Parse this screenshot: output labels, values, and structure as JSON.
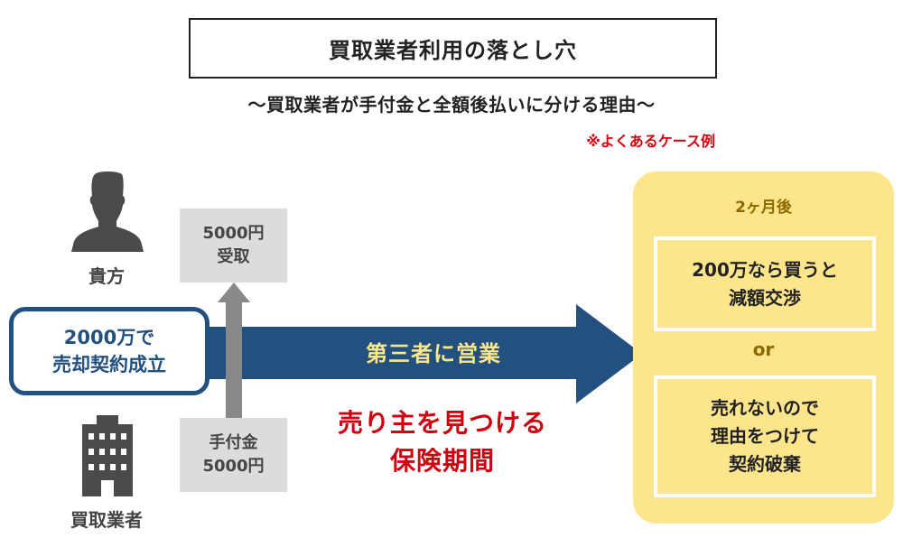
{
  "header": {
    "title": "買取業者利用の落とし穴",
    "subtitle": "〜買取業者が手付金と全額後払いに分ける理由〜",
    "note": "※よくあるケース例"
  },
  "parties": {
    "seller": {
      "label": "貴方",
      "icon": "person-icon"
    },
    "buyer": {
      "label": "買取業者",
      "icon": "building-icon"
    }
  },
  "contract": {
    "line1": "2000万で",
    "line2": "売却契約成立"
  },
  "payment": {
    "received": {
      "line1": "5000円",
      "line2": "受取"
    },
    "deposit": {
      "line1": "手付金",
      "line2": "5000円"
    }
  },
  "flow": {
    "arrow_label": "第三者に営業",
    "period_line1": "売り主を見つける",
    "period_line2": "保険期間"
  },
  "outcome": {
    "heading": "2ヶ月後",
    "option1": {
      "line1": "200万なら買うと",
      "line2": "減額交渉"
    },
    "separator": "or",
    "option2": {
      "line1": "売れないので",
      "line2": "理由をつけて",
      "line3": "契約破棄"
    }
  },
  "colors": {
    "navy": "#22507f",
    "gray_arrow": "#888888",
    "gray_box": "#dcdcdc",
    "icon_dark": "#4a4a4a",
    "yellow_panel": "#fde58b",
    "yellow_text": "#fde58b",
    "red_text": "#d0010f",
    "note_red": "#d9000d",
    "olive_text": "#8c6a00"
  }
}
